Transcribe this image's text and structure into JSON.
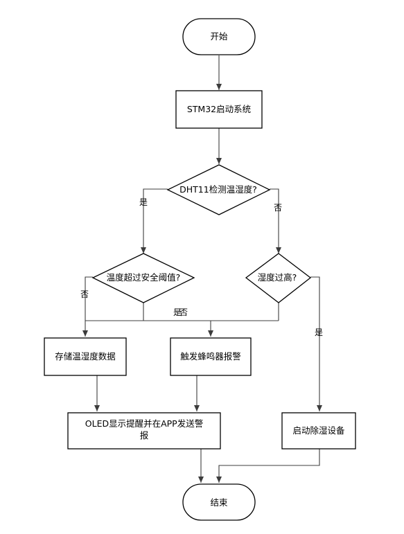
{
  "flowchart": {
    "start": "开始",
    "init": "STM32启动系统",
    "check_humidity": "DHT11检测温湿度?",
    "temp_exceeds": "温度超过安全阈值?",
    "humidity_high": "湿度过高?",
    "store_data": "存储温湿度数据",
    "buzzer_alarm": "触发蜂鸣器报警",
    "oled_line1": "OLED显示提醒并在APP发送警",
    "oled_line2": "报",
    "dehumidifier": "启动除湿设备",
    "end": "结束",
    "labels": {
      "yes_left": "是",
      "no_right": "否",
      "no_left": "否",
      "yes_temp": "是",
      "no_humidity": "否",
      "yes_humidity": "是"
    }
  }
}
